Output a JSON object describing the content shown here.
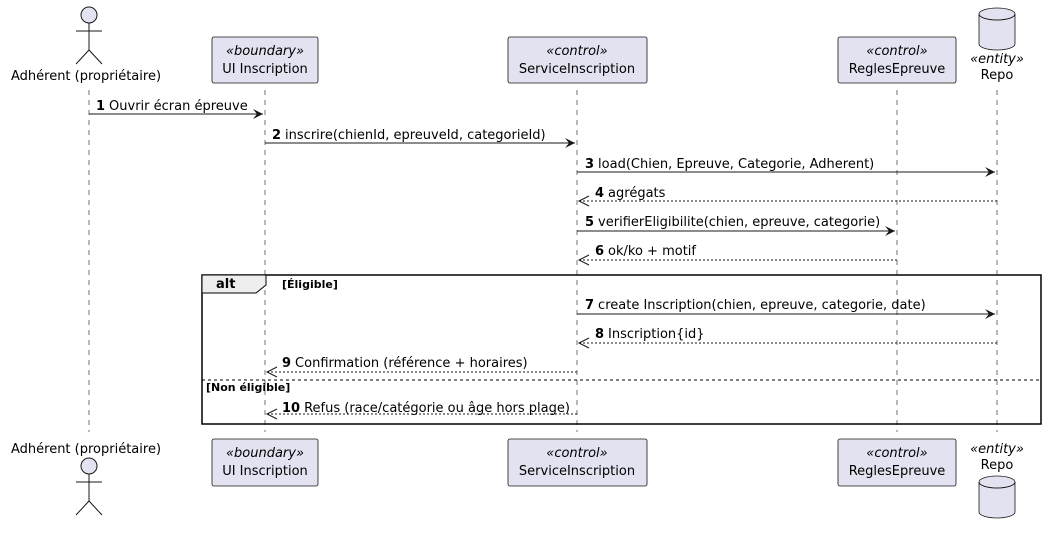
{
  "participants": [
    {
      "id": "adherent",
      "kind": "actor",
      "name": "Adhérent (propriétaire)",
      "stereotype": ""
    },
    {
      "id": "ui",
      "kind": "boundary",
      "name": "UI Inscription",
      "stereotype": "«boundary»"
    },
    {
      "id": "service",
      "kind": "control",
      "name": "ServiceInscription",
      "stereotype": "«control»"
    },
    {
      "id": "regles",
      "kind": "control",
      "name": "ReglesEpreuve",
      "stereotype": "«control»"
    },
    {
      "id": "repo",
      "kind": "database",
      "name": "Repo",
      "stereotype": "«entity»"
    }
  ],
  "messages": [
    {
      "num": "1",
      "text": "Ouvrir écran épreuve",
      "from": "adherent",
      "to": "ui",
      "dashed": false
    },
    {
      "num": "2",
      "text": "inscrire(chienId, epreuveId, categorieId)",
      "from": "ui",
      "to": "service",
      "dashed": false
    },
    {
      "num": "3",
      "text": "load(Chien, Epreuve, Categorie, Adherent)",
      "from": "service",
      "to": "repo",
      "dashed": false
    },
    {
      "num": "4",
      "text": "agrégats",
      "from": "repo",
      "to": "service",
      "dashed": true
    },
    {
      "num": "5",
      "text": "verifierEligibilite(chien, epreuve, categorie)",
      "from": "service",
      "to": "regles",
      "dashed": false
    },
    {
      "num": "6",
      "text": "ok/ko + motif",
      "from": "regles",
      "to": "service",
      "dashed": true
    },
    {
      "num": "7",
      "text": "create Inscription(chien, epreuve, categorie, date)",
      "from": "service",
      "to": "repo",
      "dashed": false
    },
    {
      "num": "8",
      "text": "Inscription{id}",
      "from": "repo",
      "to": "service",
      "dashed": true
    },
    {
      "num": "9",
      "text": "Confirmation (référence + horaires)",
      "from": "service",
      "to": "ui",
      "dashed": true
    },
    {
      "num": "10",
      "text": "Refus (race/catégorie ou âge hors plage)",
      "from": "service",
      "to": "ui",
      "dashed": true
    }
  ],
  "fragment": {
    "keyword": "alt",
    "guards": [
      "[Éligible]",
      "[Non éligible]"
    ]
  }
}
